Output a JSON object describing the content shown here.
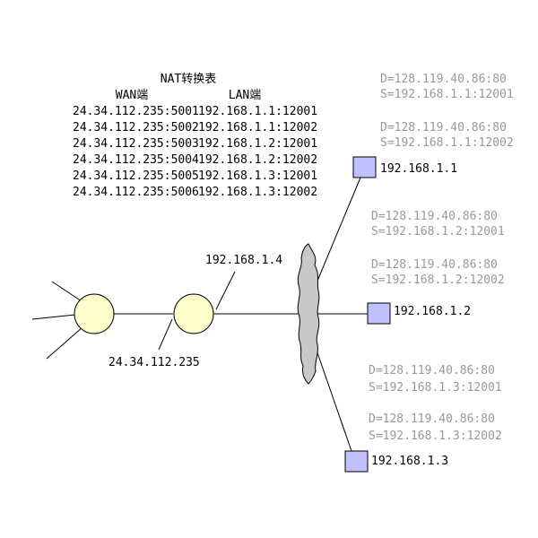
{
  "nat_table": {
    "title": "NAT转换表",
    "wan_header": "WAN端",
    "lan_header": "LAN端",
    "rows": [
      {
        "wan": "24.34.112.235:5001",
        "lan": "192.168.1.1:12001"
      },
      {
        "wan": "24.34.112.235:5002",
        "lan": "192.168.1.1:12002"
      },
      {
        "wan": "24.34.112.235:5003",
        "lan": "192.168.1.2:12001"
      },
      {
        "wan": "24.34.112.235:5004",
        "lan": "192.168.1.2:12002"
      },
      {
        "wan": "24.34.112.235:5005",
        "lan": "192.168.1.3:12001"
      },
      {
        "wan": "24.34.112.235:5006",
        "lan": "192.168.1.3:12002"
      }
    ]
  },
  "router": {
    "wan_ip": "24.34.112.235",
    "lan_ip": "192.168.1.4"
  },
  "hosts": [
    {
      "ip": "192.168.1.1"
    },
    {
      "ip": "192.168.1.2"
    },
    {
      "ip": "192.168.1.3"
    }
  ],
  "packets": [
    {
      "dest": "D=128.119.40.86:80",
      "src": "S=192.168.1.1:12001"
    },
    {
      "dest": "D=128.119.40.86:80",
      "src": "S=192.168.1.1:12002"
    },
    {
      "dest": "D=128.119.40.86:80",
      "src": "S=192.168.1.2:12001"
    },
    {
      "dest": "D=128.119.40.86:80",
      "src": "S=192.168.1.2:12002"
    },
    {
      "dest": "D=128.119.40.86:80",
      "src": "S=192.168.1.3:12001"
    },
    {
      "dest": "D=128.119.40.86:80",
      "src": "S=192.168.1.3:12002"
    }
  ],
  "colors": {
    "router_fill": "#ffffcc",
    "host_fill": "#c0c0ff",
    "switch_fill": "#c8c8c8",
    "packet_text": "#999999",
    "line": "#000000"
  }
}
